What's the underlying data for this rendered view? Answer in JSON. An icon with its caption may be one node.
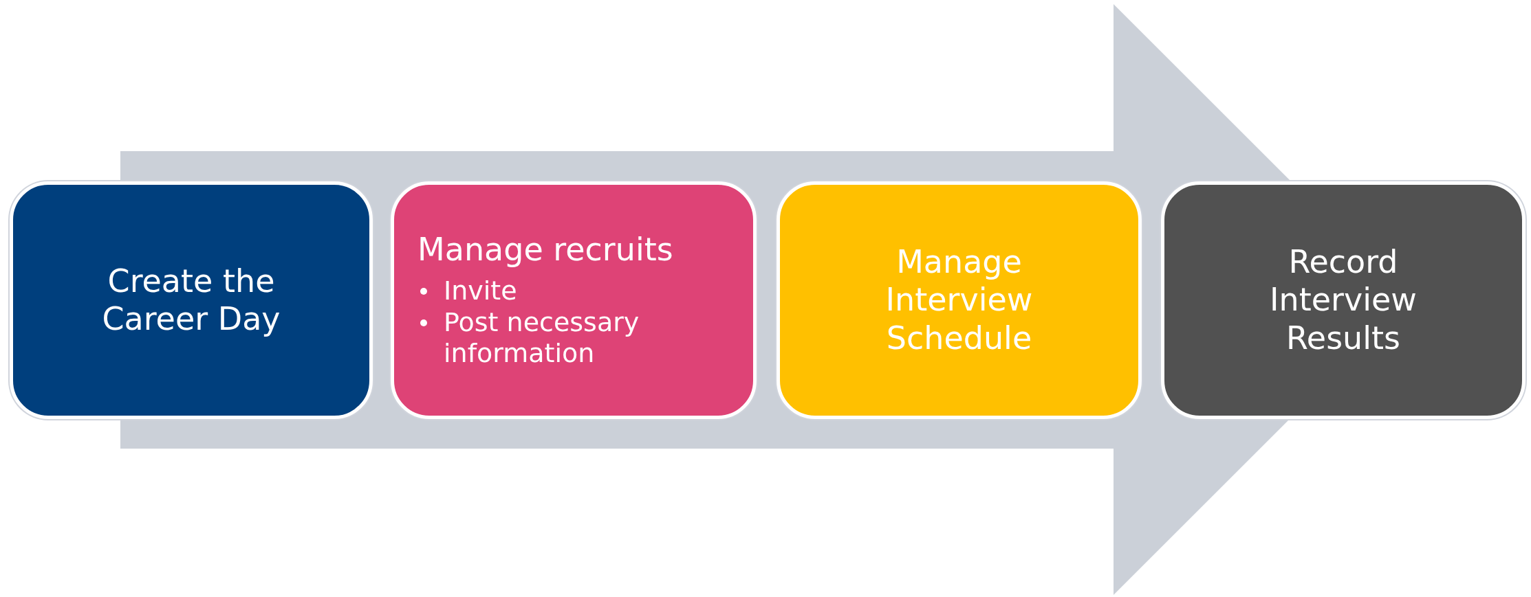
{
  "diagram": {
    "nodes": [
      {
        "text": [
          "Create the Career Day"
        ]
      },
      {
        "text": [
          "Manage recruits",
          "Invite",
          "Post necessary information"
        ]
      },
      {
        "text": [
          "Manage Interview Schedule"
        ]
      },
      {
        "text": [
          "Record Interview Results"
        ]
      }
    ],
    "edges": [
      {
        "from": 0,
        "to": 3,
        "arrow": "to"
      }
    ]
  }
}
